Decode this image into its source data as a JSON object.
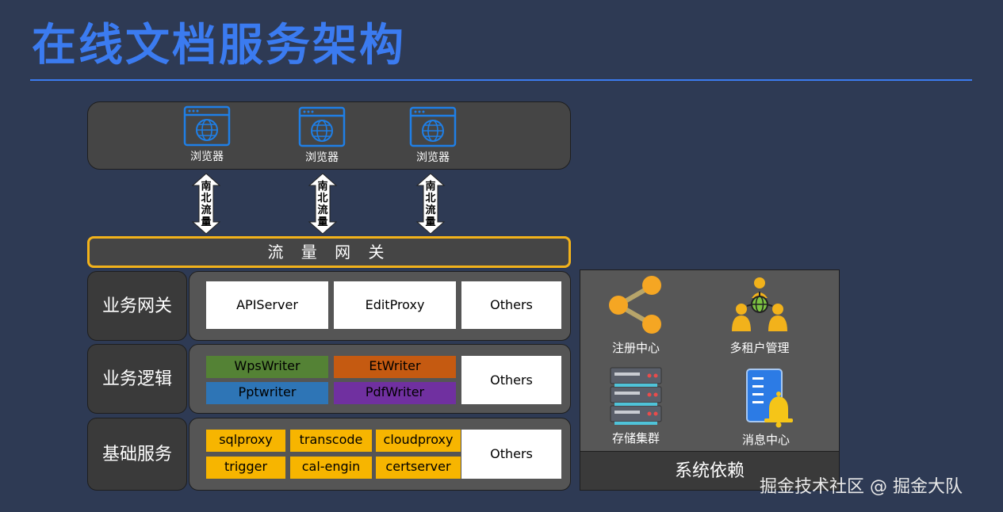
{
  "title": "在线文档服务架构",
  "browsers": [
    "浏览器",
    "浏览器",
    "浏览器"
  ],
  "flow_arrow_chars": [
    "南",
    "北",
    "流",
    "量"
  ],
  "traffic_gateway": "流 量 网 关",
  "rows": {
    "gateway": {
      "label": "业务网关",
      "boxes": [
        "APIServer",
        "EditProxy",
        "Others"
      ]
    },
    "logic": {
      "label": "业务逻辑",
      "boxes": [
        "WpsWriter",
        "EtWriter",
        "Pptwriter",
        "PdfWriter",
        "Others"
      ]
    },
    "base": {
      "label": "基础服务",
      "boxes": [
        "sqlproxy",
        "transcode",
        "cloudproxy",
        "trigger",
        "cal-engin",
        "certserver",
        "Others"
      ]
    }
  },
  "dependencies": {
    "label": "系统依赖",
    "items": [
      "注册中心",
      "多租户管理",
      "存储集群",
      "消息中心"
    ]
  },
  "colors": {
    "title": "#3b7bf0",
    "gateway_border": "#f2b21b",
    "wps": "#548235",
    "et": "#c55a11",
    "ppt": "#2e75b6",
    "pdf": "#7030a0",
    "base_box": "#f7b500",
    "icon_blue": "#1f7fe6"
  },
  "watermark": "掘金技术社区 @ 掘金大队"
}
